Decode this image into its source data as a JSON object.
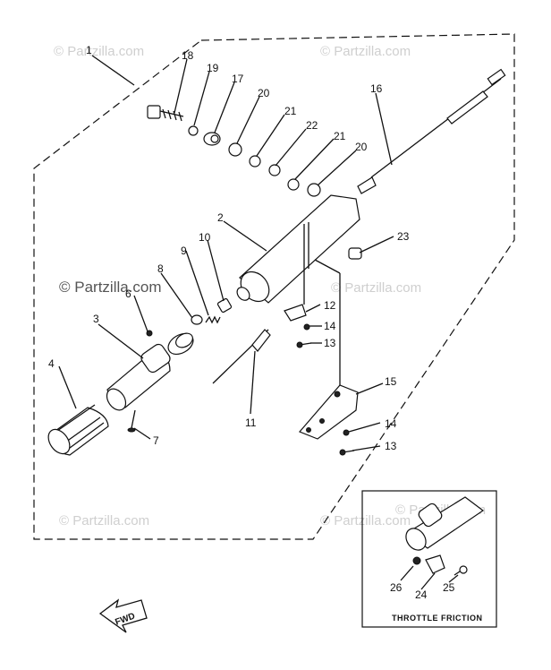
{
  "watermarks": {
    "w1": "© Partzilla.com",
    "w2": "© Partzilla.com",
    "w3": "© Partzilla.com",
    "w4": "© Partzilla.com",
    "w5": "© Partzilla.com",
    "w6": "© Partzilla.com",
    "w7": "© Partzilla.com"
  },
  "labels": {
    "l1": "1",
    "l2": "2",
    "l3": "3",
    "l4": "4",
    "l5": "6",
    "l6": "7",
    "l7": "8",
    "l8": "9",
    "l9": "10",
    "l10": "11",
    "l11": "12",
    "l12": "13",
    "l13": "14",
    "l14": "15",
    "l15": "14",
    "l16": "13",
    "l17": "16",
    "l18": "17",
    "l19": "18",
    "l20": "19",
    "l21": "20",
    "l22": "21",
    "l23": "22",
    "l24": "21",
    "l25": "20",
    "l26": "23",
    "l27": "26",
    "l28": "24",
    "l29": "25"
  },
  "inset": {
    "caption": "THROTTLE FRICTION"
  },
  "direction": {
    "text": "FWD"
  }
}
